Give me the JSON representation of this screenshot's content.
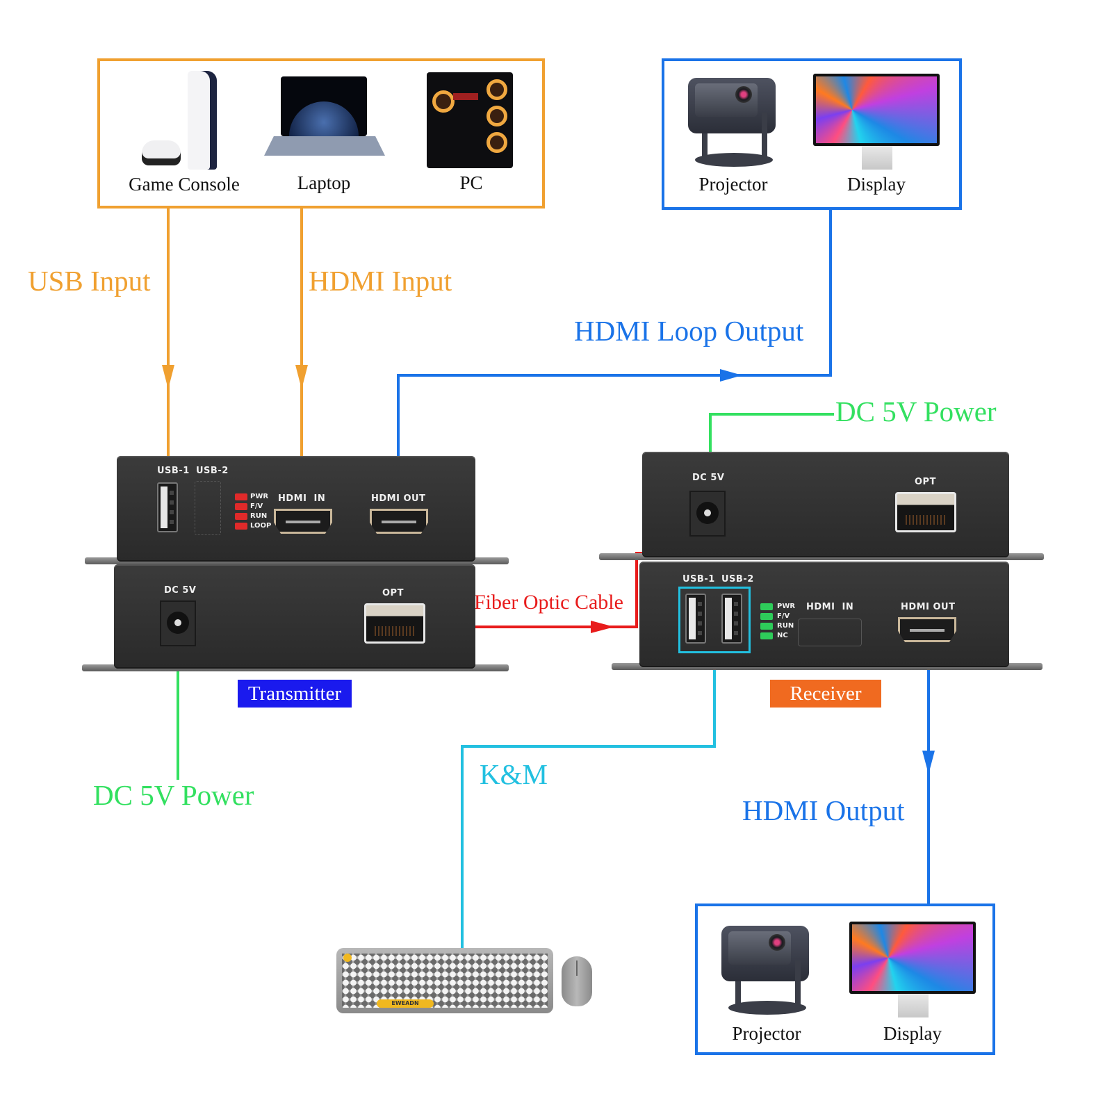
{
  "colors": {
    "input_orange": "#f0a030",
    "output_blue": "#1a73e8",
    "power_green": "#33e060",
    "fiber_red": "#e81c1c",
    "km_cyan": "#22c0e0",
    "transmitter_tag": "#1a1aee",
    "receiver_tag": "#f06a20"
  },
  "sources": {
    "devices": [
      {
        "label": "Game Console",
        "icon": "game-console-icon"
      },
      {
        "label": "Laptop",
        "icon": "laptop-icon"
      },
      {
        "label": "PC",
        "icon": "pc-tower-icon"
      }
    ]
  },
  "loop_display_group": {
    "devices": [
      {
        "label": "Projector",
        "icon": "projector-icon"
      },
      {
        "label": "Display",
        "icon": "monitor-icon"
      }
    ]
  },
  "output_display_group": {
    "devices": [
      {
        "label": "Projector",
        "icon": "projector-icon"
      },
      {
        "label": "Display",
        "icon": "monitor-icon"
      }
    ]
  },
  "connections": {
    "usb_input": "USB Input",
    "hdmi_input": "HDMI Input",
    "hdmi_loop_output": "HDMI Loop Output",
    "rx_power": "DC 5V Power",
    "tx_power": "DC 5V Power",
    "fiber": "Fiber Optic Cable",
    "km": "K&M",
    "hdmi_output": "HDMI Output"
  },
  "transmitter": {
    "tag": "Transmitter",
    "front": {
      "usb1": "USB-1",
      "usb2": "USB-2",
      "leds": [
        "PWR",
        "F/V",
        "RUN",
        "LOOP"
      ],
      "hdmi_in": "HDMI  IN",
      "hdmi_out": "HDMI OUT"
    },
    "back": {
      "dc": "DC 5V",
      "opt": "OPT"
    }
  },
  "receiver": {
    "tag": "Receiver",
    "back": {
      "dc": "DC 5V",
      "opt": "OPT"
    },
    "front": {
      "usb1": "USB-1",
      "usb2": "USB-2",
      "leds": [
        "PWR",
        "F/V",
        "RUN",
        "NC"
      ],
      "hdmi_in": "HDMI  IN",
      "hdmi_out": "HDMI OUT"
    }
  },
  "peripherals": {
    "keyboard_brand": "EWEADN"
  }
}
